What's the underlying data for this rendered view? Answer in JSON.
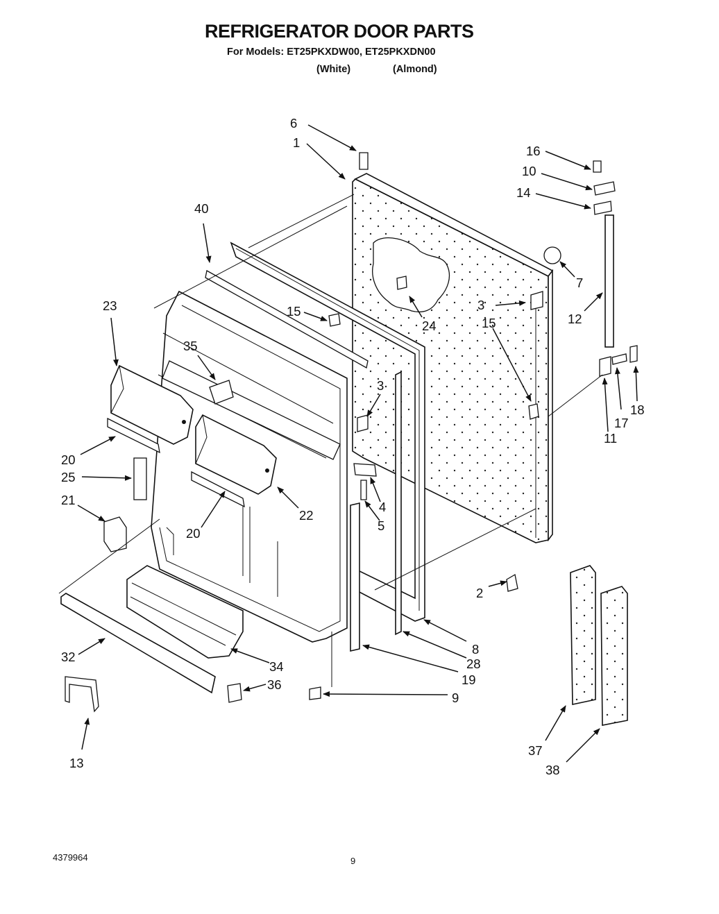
{
  "header": {
    "title": "REFRIGERATOR DOOR PARTS",
    "models_line": "For Models: ET25PKXDW00, ET25PKXDN00",
    "variant_white": "(White)",
    "variant_almond": "(Almond)"
  },
  "footer": {
    "doc_number": "4379964",
    "page_number": "9"
  },
  "callouts": [
    {
      "id": "c6",
      "label": "6"
    },
    {
      "id": "c1",
      "label": "1"
    },
    {
      "id": "c16",
      "label": "16"
    },
    {
      "id": "c10",
      "label": "10"
    },
    {
      "id": "c14",
      "label": "14"
    },
    {
      "id": "c40",
      "label": "40"
    },
    {
      "id": "c7",
      "label": "7"
    },
    {
      "id": "c23",
      "label": "23"
    },
    {
      "id": "c15a",
      "label": "15"
    },
    {
      "id": "c3a",
      "label": "3"
    },
    {
      "id": "c24",
      "label": "24"
    },
    {
      "id": "c12",
      "label": "12"
    },
    {
      "id": "c15b",
      "label": "15"
    },
    {
      "id": "c35",
      "label": "35"
    },
    {
      "id": "c3b",
      "label": "3"
    },
    {
      "id": "c18",
      "label": "18"
    },
    {
      "id": "c17",
      "label": "17"
    },
    {
      "id": "c11",
      "label": "11"
    },
    {
      "id": "c20a",
      "label": "20"
    },
    {
      "id": "c25",
      "label": "25"
    },
    {
      "id": "c22",
      "label": "22"
    },
    {
      "id": "c4",
      "label": "4"
    },
    {
      "id": "c21",
      "label": "21"
    },
    {
      "id": "c5",
      "label": "5"
    },
    {
      "id": "c20b",
      "label": "20"
    },
    {
      "id": "c2",
      "label": "2"
    },
    {
      "id": "c8",
      "label": "8"
    },
    {
      "id": "c28",
      "label": "28"
    },
    {
      "id": "c32",
      "label": "32"
    },
    {
      "id": "c34",
      "label": "34"
    },
    {
      "id": "c19",
      "label": "19"
    },
    {
      "id": "c36",
      "label": "36"
    },
    {
      "id": "c9",
      "label": "9"
    },
    {
      "id": "c37",
      "label": "37"
    },
    {
      "id": "c13",
      "label": "13"
    },
    {
      "id": "c38",
      "label": "38"
    }
  ]
}
